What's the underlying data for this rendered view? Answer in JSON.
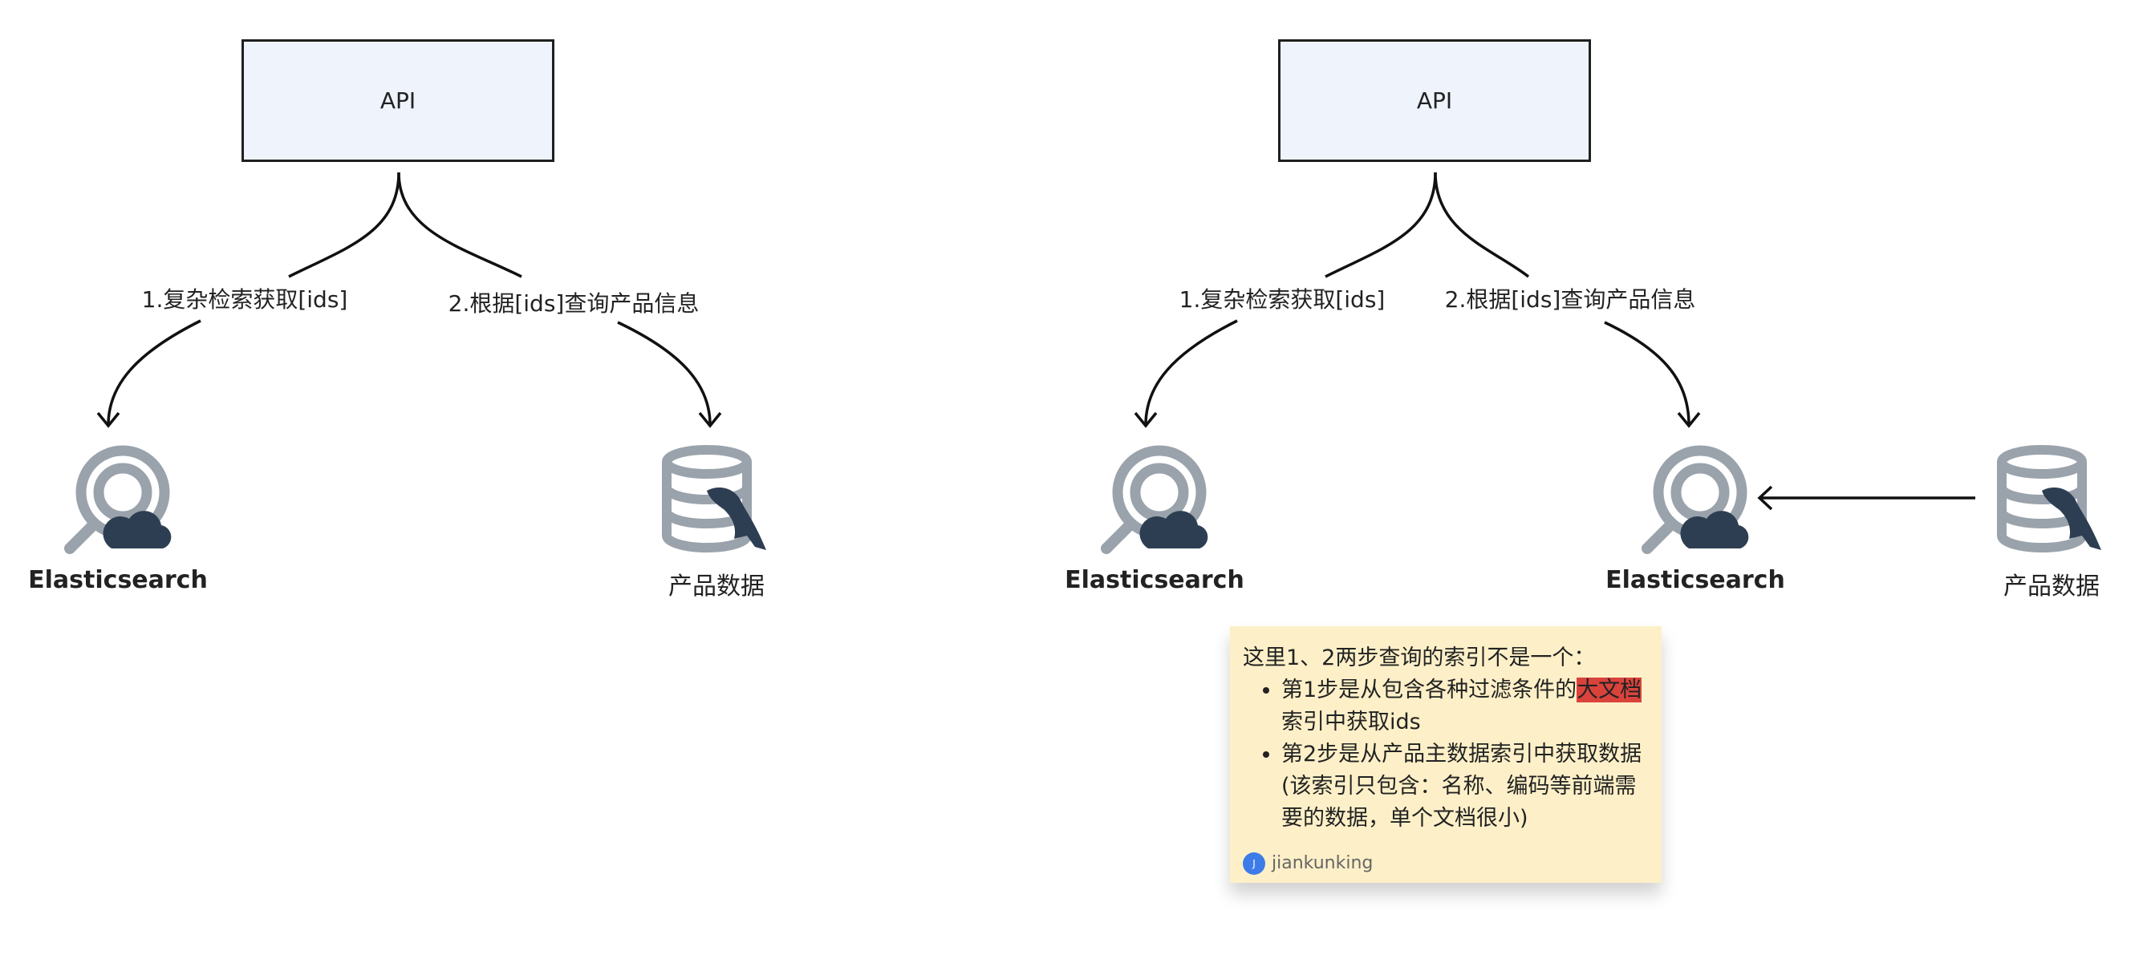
{
  "diagrams": [
    {
      "api_label": "API",
      "edge1_label": "1.复杂检索获取[ids]",
      "edge2_label": "2.根据[ids]查询产品信息",
      "node_left_label": "Elasticsearch",
      "node_right_label": "产品数据"
    },
    {
      "api_label": "API",
      "edge1_label": "1.复杂检索获取[ids]",
      "edge2_label": "2.根据[ids]查询产品信息",
      "node_left_label": "Elasticsearch",
      "node_mid_label": "Elasticsearch",
      "node_right_label": "产品数据"
    }
  ],
  "note": {
    "intro": "这里1、2两步查询的索引不是一个：",
    "item1_before": "第1步是从包含各种过滤条件的",
    "item1_highlight": "大文档",
    "item1_after": "索引中获取ids",
    "item2": "第2步是从产品主数据索引中获取数据(该索引只包含：名称、编码等前端需要的数据，单个文档很小)",
    "avatar_initial": "J",
    "author": "jiankunking"
  },
  "icons": {
    "search_icon": "elasticsearch-icon",
    "database_icon": "mysql-database-icon"
  },
  "colors": {
    "box_fill": "#eef3fc",
    "note_fill": "#fdf0c8",
    "highlight": "#d9433c",
    "icon_gray": "#9aa3ac",
    "icon_dark": "#2e3e52"
  }
}
